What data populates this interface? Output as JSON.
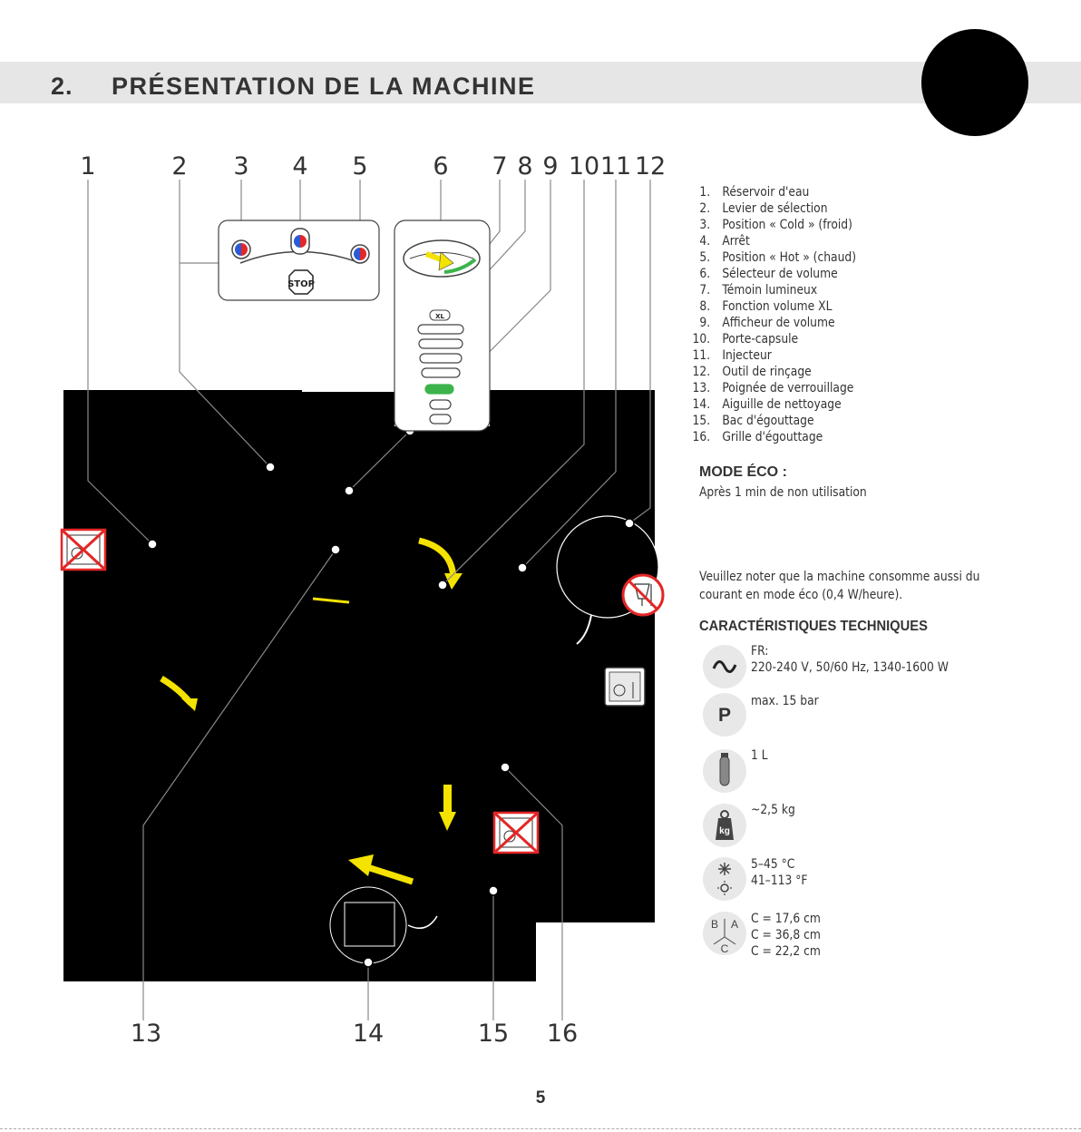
{
  "header": {
    "section_number": "2.",
    "section_title": "PRÉSENTATION DE LA MACHINE"
  },
  "callouts_top": [
    "1",
    "2",
    "3",
    "4",
    "5",
    "6",
    "7",
    "8",
    "9",
    "10",
    "11",
    "12"
  ],
  "callouts_bottom": [
    "13",
    "14",
    "15",
    "16"
  ],
  "control_panel": {
    "stop_label": "STOP",
    "xl_label": "XL"
  },
  "legend": [
    {
      "num": "1.",
      "label": "Réservoir d'eau"
    },
    {
      "num": "2.",
      "label": "Levier de sélection"
    },
    {
      "num": "3.",
      "label": "Position « Cold » (froid)"
    },
    {
      "num": "4.",
      "label": "Arrêt"
    },
    {
      "num": "5.",
      "label": "Position « Hot » (chaud)"
    },
    {
      "num": "6.",
      "label": "Sélecteur de volume"
    },
    {
      "num": "7.",
      "label": "Témoin lumineux"
    },
    {
      "num": "8.",
      "label": "Fonction volume XL"
    },
    {
      "num": "9.",
      "label": "Afficheur de volume"
    },
    {
      "num": "10.",
      "label": "Porte-capsule"
    },
    {
      "num": "11.",
      "label": "Injecteur"
    },
    {
      "num": "12.",
      "label": "Outil de rinçage"
    },
    {
      "num": "13.",
      "label": "Poignée de verrouillage"
    },
    {
      "num": "14.",
      "label": "Aiguille de nettoyage"
    },
    {
      "num": "15.",
      "label": "Bac d'égouttage"
    },
    {
      "num": "16.",
      "label": "Grille d'égouttage"
    }
  ],
  "eco": {
    "heading": "MODE ÉCO :",
    "subtitle": "Après 1 min de non utilisation",
    "note": "Veuillez noter que la machine consomme aussi du courant en mode éco (0,4 W/heure)."
  },
  "tech": {
    "heading": "CARACTÉRISTIQUES TECHNIQUES",
    "specs": [
      {
        "icon": "ac-power-icon",
        "lines": [
          "FR:",
          "220-240 V, 50/60 Hz, 1340-1600 W"
        ]
      },
      {
        "icon": "pressure-icon",
        "glyph": "P",
        "lines": [
          "max. 15 bar"
        ]
      },
      {
        "icon": "water-capacity-icon",
        "lines": [
          "1 L"
        ]
      },
      {
        "icon": "weight-icon",
        "glyph": "kg",
        "lines": [
          "~2,5 kg"
        ]
      },
      {
        "icon": "temperature-icon",
        "lines": [
          "5–45 °C",
          "41–113 °F"
        ]
      },
      {
        "icon": "dimensions-icon",
        "glyphs": [
          "B",
          "A",
          "C"
        ],
        "lines": [
          "C = 17,6 cm",
          "C = 36,8 cm",
          "C = 22,2 cm"
        ]
      }
    ]
  },
  "colors": {
    "header_band": "#e6e6e6",
    "highlight_yellow": "#f4e300",
    "led_green": "#3cb44b",
    "prohibit_red": "#e32626"
  },
  "page_number": "5"
}
